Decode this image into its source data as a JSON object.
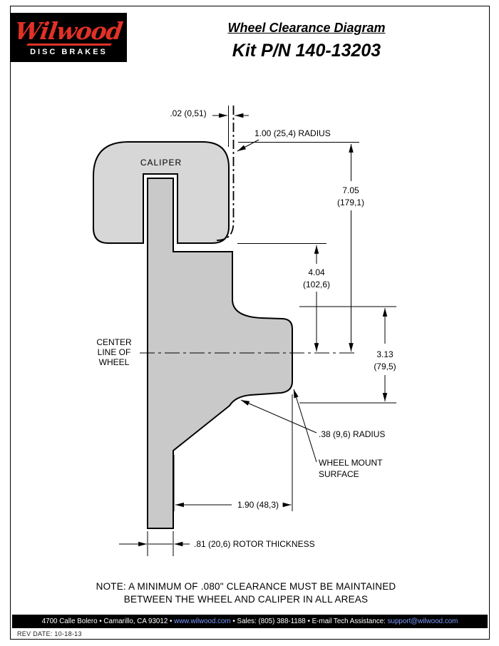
{
  "page": {
    "title": "Wheel Clearance Diagram",
    "kit": "Kit P/N 140-13203"
  },
  "logo": {
    "brand": "Wilwood",
    "sub": "DISC BRAKES"
  },
  "diagram": {
    "caliper_label": "CALIPER",
    "gap_dim": ".02 (0,51)",
    "radius_top": "1.00 (25,4) RADIUS",
    "dim_a1": "7.05",
    "dim_a2": "(179,1)",
    "dim_b1": "4.04",
    "dim_b2": "(102,6)",
    "dim_c1": "3.13",
    "dim_c2": "(79,5)",
    "centerline": [
      "CENTER",
      "LINE OF",
      "WHEEL"
    ],
    "radius_bottom": ".38 (9,6) RADIUS",
    "wheel_mount": [
      "WHEEL MOUNT",
      "SURFACE"
    ],
    "dim_d": "1.90 (48,3)",
    "dim_e": ".81 (20,6) ROTOR THICKNESS"
  },
  "note": {
    "line1": "NOTE: A MINIMUM OF .080\" CLEARANCE MUST BE MAINTAINED",
    "line2": "BETWEEN THE WHEEL AND CALIPER IN ALL AREAS"
  },
  "footer": {
    "part1": "4700 Calle Bolero • Camarillo, CA 93012 • ",
    "link1": "www.wilwood.com",
    "part2": " • Sales: (805) 388-1188 • E-mail Tech Assistance: ",
    "link2": "support@wilwood.com",
    "rev_label": "REV DATE:",
    "rev_value": "10-18-13"
  },
  "colors": {
    "caliper_fill": "#d7d7d7",
    "rotor_fill": "#c9c9c9",
    "logo_red": "#e03127",
    "link_blue": "#7d9bff"
  }
}
